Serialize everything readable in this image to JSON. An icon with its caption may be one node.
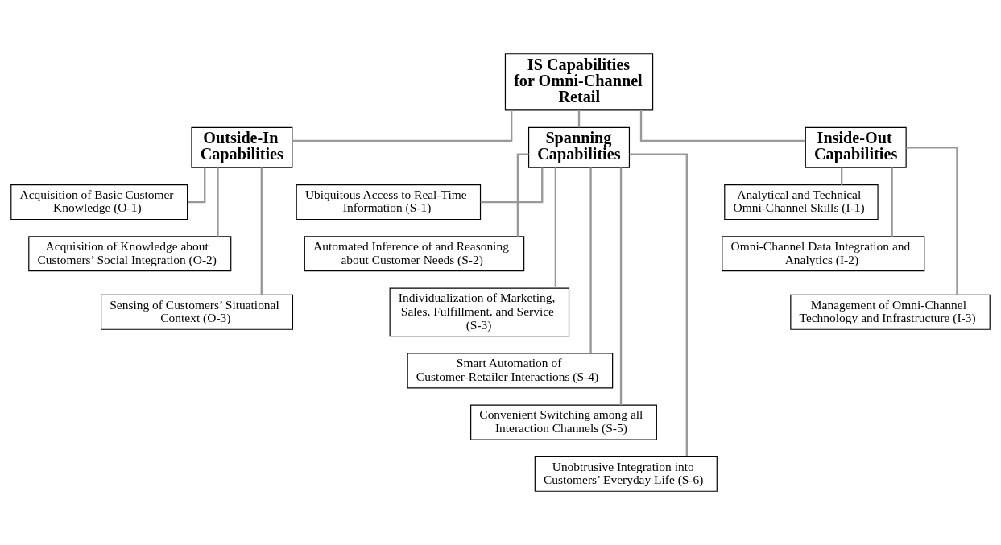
{
  "diagram": {
    "nodes": [
      {
        "text": [
          "IS Capabilities for Omni-Channel Retail"
        ]
      },
      {
        "text": [
          "Outside-In Capabilities"
        ]
      },
      {
        "text": [
          "Spanning Capabilities"
        ]
      },
      {
        "text": [
          "Inside-Out Capabilities"
        ]
      },
      {
        "text": [
          "Acquisition of Basic Customer Knowledge (O-1)"
        ]
      },
      {
        "text": [
          "Acquisition of Knowledge about Customers’ Social Integration (O-2)"
        ]
      },
      {
        "text": [
          "Sensing of Customers’ Situational Context (O-3)"
        ]
      },
      {
        "text": [
          "Ubiquitous Access to Real-Time Information (S-1)"
        ]
      },
      {
        "text": [
          "Automated Inference of and Reasoning about Customer Needs (S-2)"
        ]
      },
      {
        "text": [
          "Individualization of Marketing, Sales, Fulfillment, and Service (S-3)"
        ]
      },
      {
        "text": [
          "Smart Automation of Customer-Retailer Interactions (S-4)"
        ]
      },
      {
        "text": [
          "Convenient Switching among all Interaction Channels (S-5)"
        ]
      },
      {
        "text": [
          "Unobtrusive Integration into Customers’ Everyday Life (S-6)"
        ]
      },
      {
        "text": [
          "Analytical and Technical Omni-Channel Skills (I-1)"
        ]
      },
      {
        "text": [
          "Omni-Channel Data Integration and Analytics (I-2)"
        ]
      },
      {
        "text": [
          "Management of Omni-Channel Technology and Infrastructure (I-3)"
        ]
      }
    ],
    "edges": [
      {
        "from": 0,
        "to": 1,
        "arrow": "none"
      },
      {
        "from": 0,
        "to": 2,
        "arrow": "none"
      },
      {
        "from": 0,
        "to": 3,
        "arrow": "none"
      },
      {
        "from": 1,
        "to": 4,
        "arrow": "none"
      },
      {
        "from": 1,
        "to": 5,
        "arrow": "none"
      },
      {
        "from": 1,
        "to": 6,
        "arrow": "none"
      },
      {
        "from": 2,
        "to": 7,
        "arrow": "none"
      },
      {
        "from": 2,
        "to": 8,
        "arrow": "none"
      },
      {
        "from": 2,
        "to": 9,
        "arrow": "none"
      },
      {
        "from": 2,
        "to": 10,
        "arrow": "none"
      },
      {
        "from": 2,
        "to": 11,
        "arrow": "none"
      },
      {
        "from": 2,
        "to": 12,
        "arrow": "none"
      },
      {
        "from": 3,
        "to": 13,
        "arrow": "none"
      },
      {
        "from": 3,
        "to": 14,
        "arrow": "none"
      },
      {
        "from": 3,
        "to": 15,
        "arrow": "none"
      }
    ]
  }
}
